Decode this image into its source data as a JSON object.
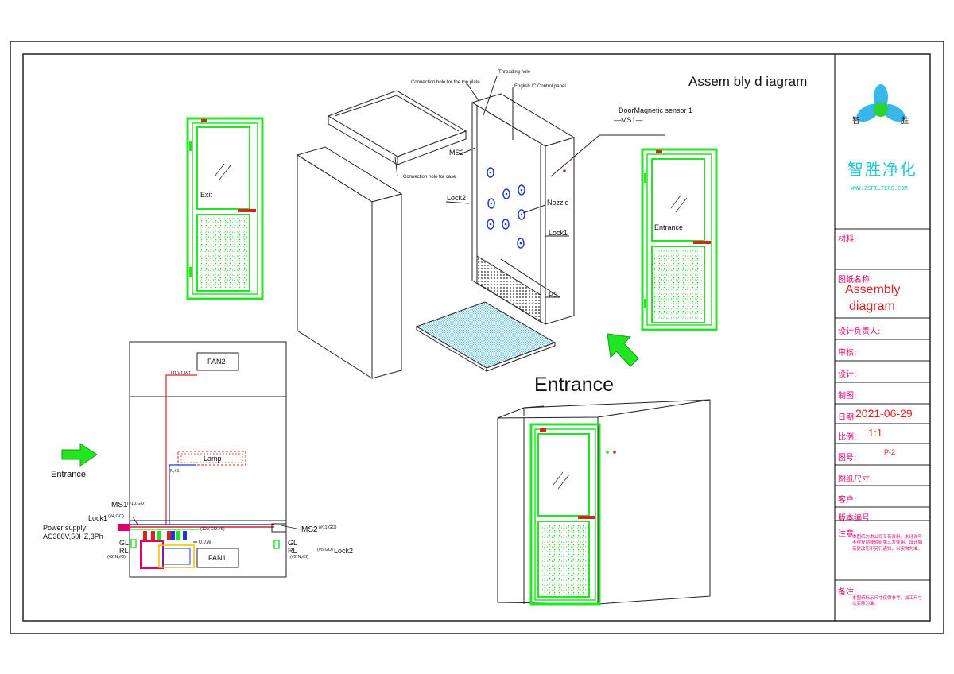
{
  "title": "Assem bly   d iagram",
  "labels": {
    "threading_hole": "Threading hole",
    "connection_hole_top": "Connection hole for the top plate",
    "english_ic": "English IC Control panel",
    "door_sensor": "DoorMagnetic sensor 1",
    "ms1_top": "—MS1—",
    "ms2_top": "MS2",
    "connection_hole_case": "Connection hole for case",
    "lock2_top": "Lock2",
    "nozzle": "Nozzle",
    "lock1_top": "Lock1",
    "ps": "PS",
    "exit": "Exit",
    "entrance_door": "Entrance",
    "entrance_big": "Entrance",
    "entrance_left": "Entrance"
  },
  "wiring": {
    "fan2": "FAN2",
    "fan1": "FAN1",
    "lamp": "Lamp",
    "uvw_top": "U1,V1,W1",
    "n1": "N,#1",
    "uvw": "U,V,W",
    "ms1": "MS1",
    "ms1_note": "(#10,GO)",
    "lock1": "Lock1",
    "lock1_note": "(#4,GO)",
    "power_label": "Power supply:",
    "power_value": "AC380V,50HZ,3Ph",
    "gl_left": "GL",
    "rl_left": "RL",
    "rl_left_note": "(#2,N,#3)",
    "v12": "(12V,GO,#6)",
    "ms2": "MS2",
    "ms2_note": "(#11,GO)",
    "gl_right": "GL",
    "rl_right": "RL",
    "rl_right_note": "(#2,N,#3)",
    "lock2": "Lock2",
    "lock2_note": "(#5,GO)"
  },
  "titleblock": {
    "brand": "智胜净化",
    "website": "WWW.ZSFILTERS.COM",
    "logo_left": "智",
    "logo_right": "胜",
    "material": "材料:",
    "drawing_name_label": "图纸名称:",
    "drawing_name_1": "Assembly",
    "drawing_name_2": "diagram",
    "designer_lead": "设计负责人:",
    "review": "审核:",
    "design": "设计:",
    "draft": "制图:",
    "date_label": "日期",
    "date_value": "2021-06-29",
    "scale_label": "比例:",
    "scale_value": "1:1",
    "drawing_no_label": "图号:",
    "drawing_no_value": "P-2",
    "size_label": "图纸尺寸:",
    "customer_label": "客户:",
    "version_label": "版本编号:",
    "note_label": "注意:",
    "note_text": "本图纸为本公司专有资料，未经许可不得复制或转给第三方使用。设计如有更改恕不另行通知，以实物为准。",
    "remark_label": "备注:",
    "remark_text": "本图纸标示尺寸仅供参考，加工尺寸以实际为准。"
  },
  "colors": {
    "green": "#22e622",
    "cyan": "#22c9d6",
    "red": "#e02020",
    "magenta": "#e0006a",
    "blue": "#1a3adb"
  }
}
